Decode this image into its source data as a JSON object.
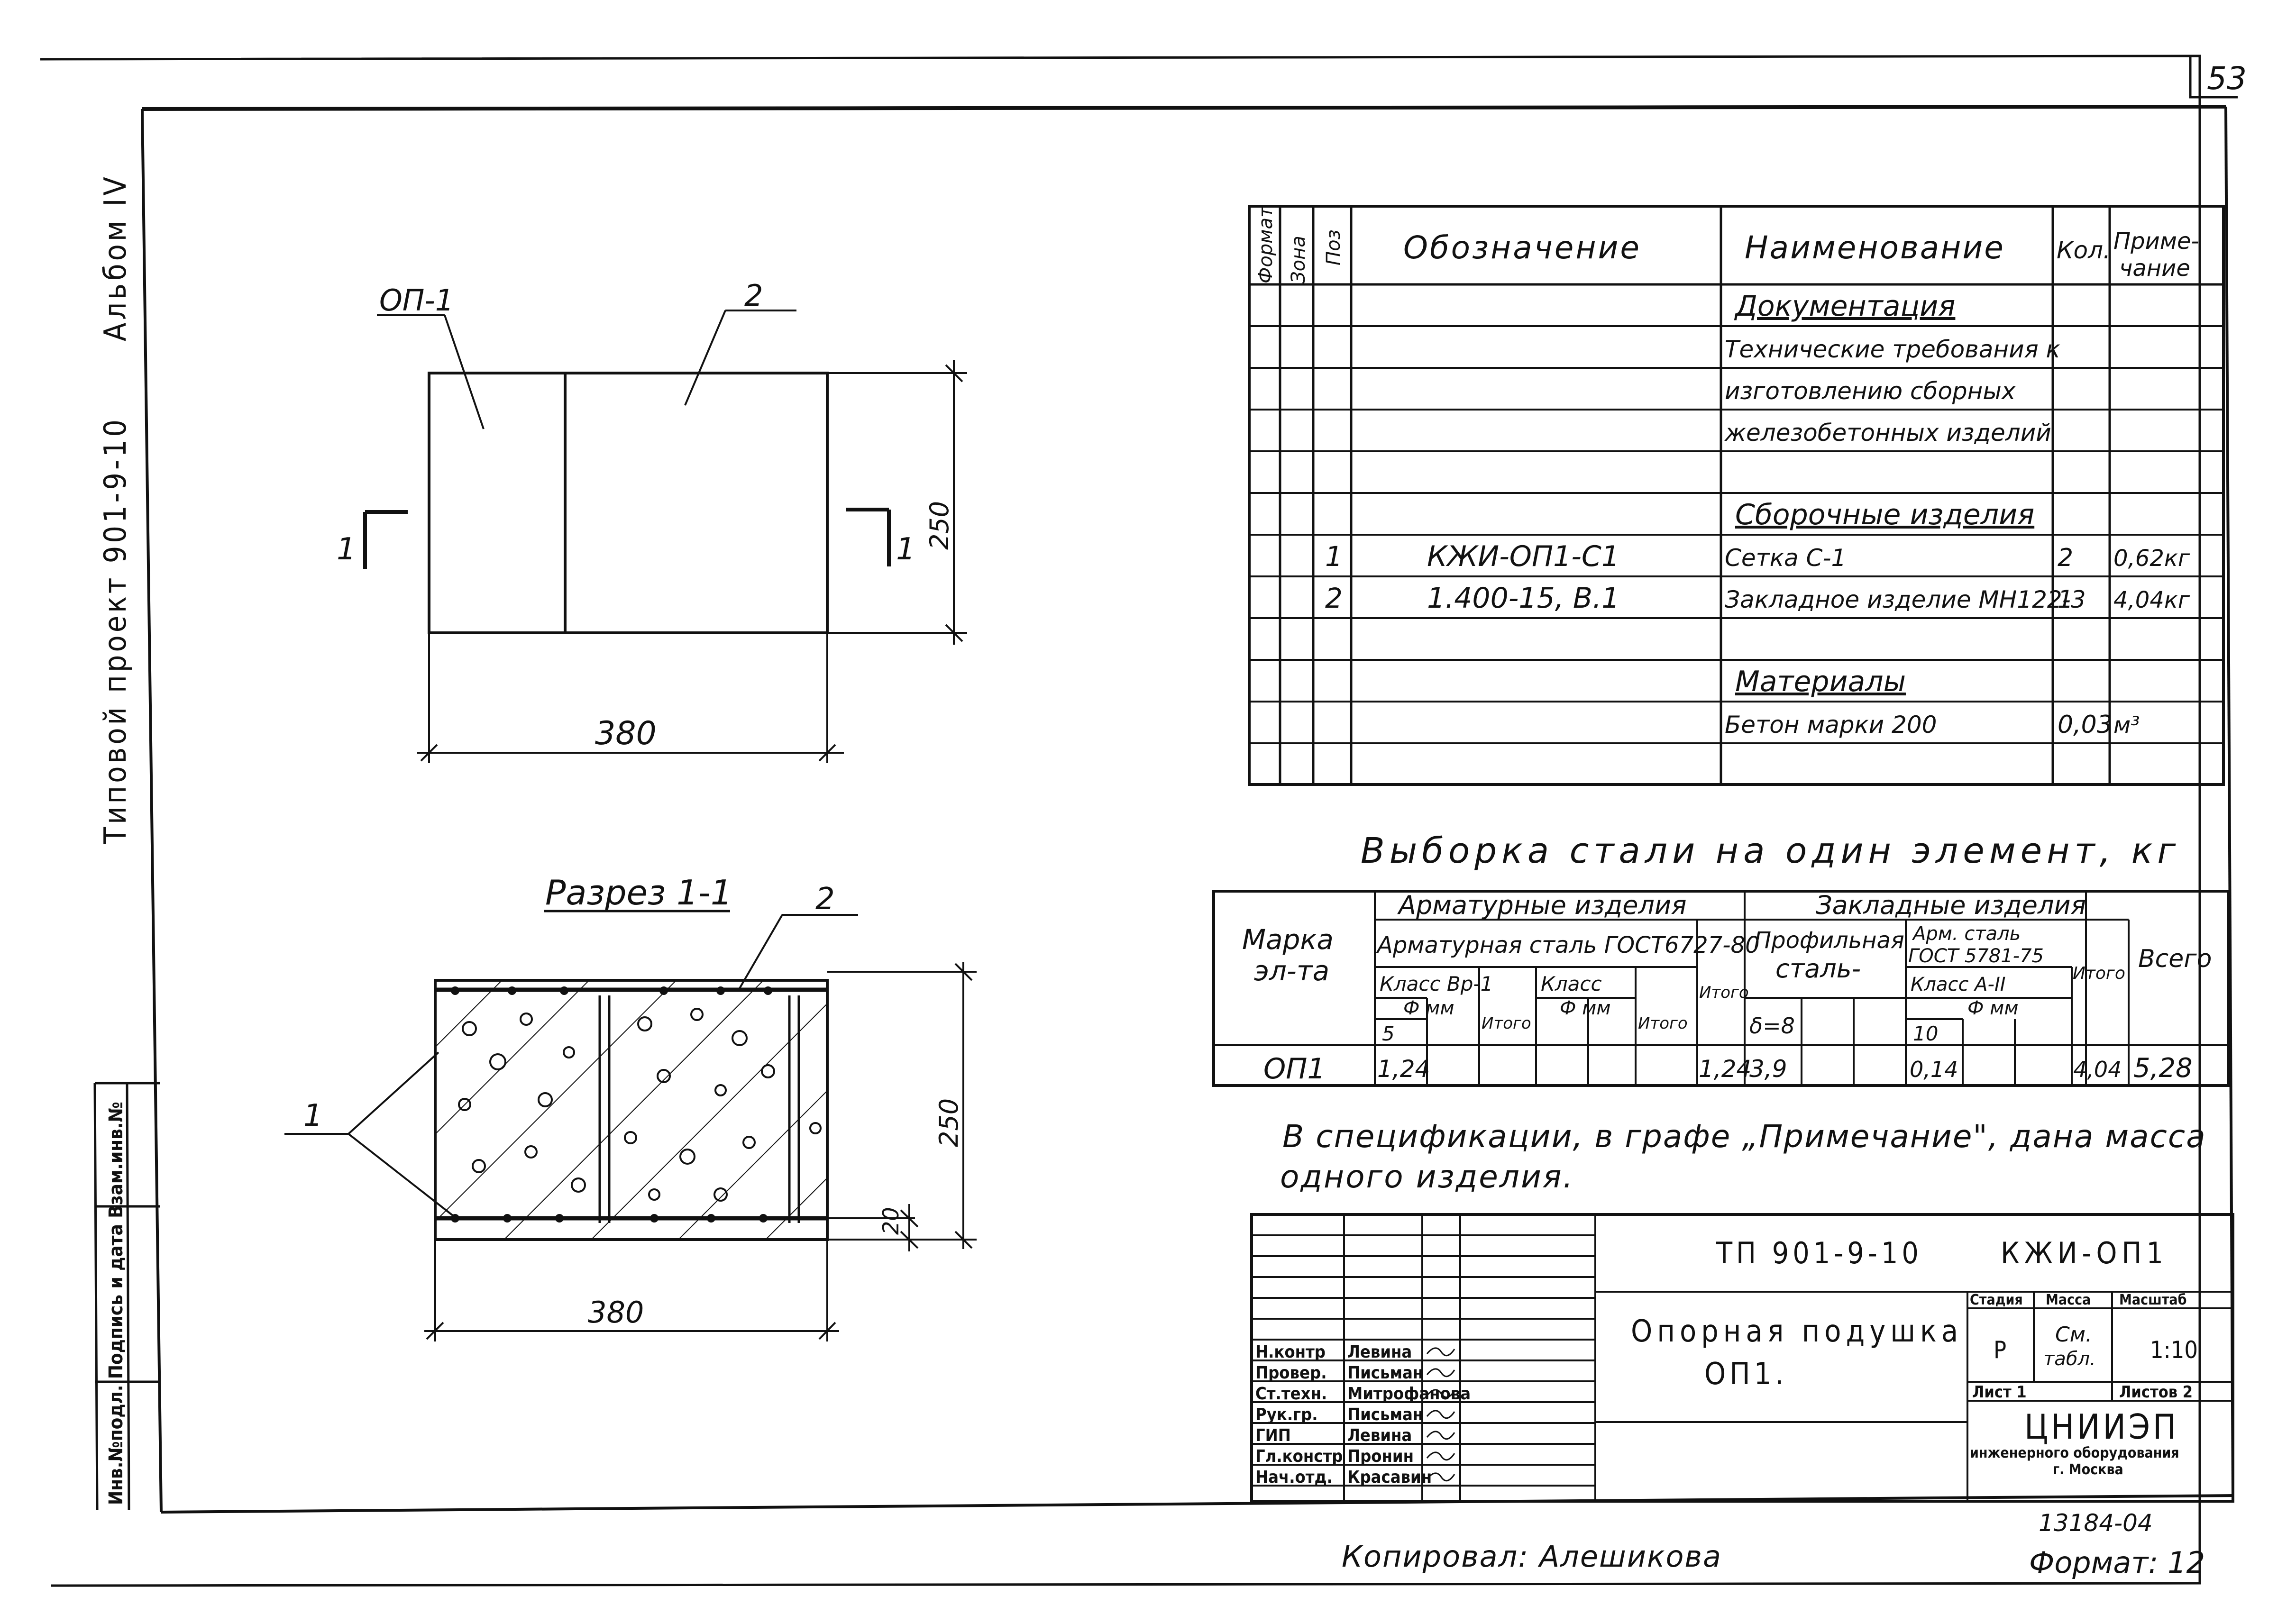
{
  "sheet_number": "53",
  "side": {
    "album": "Альбом IV",
    "project": "Типовой проект 901-9-10",
    "stamp": "Инв.№подл. Подпись и дата Взам.инв.№"
  },
  "plan": {
    "label_op": "ОП-1",
    "label_2": "2",
    "cut_left": "1",
    "cut_right": "1",
    "dim_h": "250",
    "dim_w": "380"
  },
  "section": {
    "title": "Разрез 1-1",
    "label_1": "1",
    "label_2": "2",
    "dim_h": "250",
    "dim_cover": "20",
    "dim_w": "380"
  },
  "spec": {
    "head": {
      "format": "Формат",
      "zone": "Зона",
      "pos": "Поз",
      "designation": "Обозначение",
      "name": "Наименование",
      "qty": "Кол.",
      "note_1": "Приме-",
      "note_2": "чание"
    },
    "rows": [
      {
        "pos": "",
        "des": "",
        "name": "Документация",
        "qty": "",
        "note": "",
        "head": true
      },
      {
        "pos": "",
        "des": "",
        "name": "Технические требования к",
        "qty": "",
        "note": ""
      },
      {
        "pos": "",
        "des": "",
        "name": "изготовлению сборных",
        "qty": "",
        "note": ""
      },
      {
        "pos": "",
        "des": "",
        "name": "железобетонных изделий",
        "qty": "",
        "note": ""
      },
      {
        "pos": "",
        "des": "",
        "name": "",
        "qty": "",
        "note": ""
      },
      {
        "pos": "",
        "des": "",
        "name": "Сборочные изделия",
        "qty": "",
        "note": "",
        "head": true
      },
      {
        "pos": "1",
        "des": "КЖИ-ОП1-С1",
        "name": "Сетка С-1",
        "qty": "2",
        "note": "0,62кг"
      },
      {
        "pos": "2",
        "des": "1.400-15, В.1",
        "name": "Закладное изделие МН122-3",
        "qty": "1",
        "note": "4,04кг"
      },
      {
        "pos": "",
        "des": "",
        "name": "",
        "qty": "",
        "note": ""
      },
      {
        "pos": "",
        "des": "",
        "name": "Материалы",
        "qty": "",
        "note": "",
        "head": true
      },
      {
        "pos": "",
        "des": "",
        "name": "Бетон марки 200",
        "qty": "0,03",
        "note": "м³"
      },
      {
        "pos": "",
        "des": "",
        "name": "",
        "qty": "",
        "note": ""
      }
    ]
  },
  "steel": {
    "title": "Выборка стали на один элемент, кг",
    "mark_1": "Марка",
    "mark_2": "эл-та",
    "arm": "Арматурные изделия",
    "zakl": "Закладные изделия",
    "arm_steel": "Арматурная сталь ГОСТ6727-80",
    "class_bp": "Класс Вр-1",
    "class": "Класс",
    "itogo": "Итого",
    "phi_mm": "Ф мм",
    "d5": "5",
    "prof_1": "Профильная",
    "prof_2": "сталь-",
    "delta": "δ=8",
    "arm_st_1": "Арм. сталь",
    "arm_st_2": "ГОСТ 5781-75",
    "class_a2": "Класс А-II",
    "d10": "10",
    "vsego": "Всего",
    "row": {
      "mark": "ОП1",
      "v5": "1,24",
      "itogo_arm": "1,24",
      "delta8": "3,9",
      "v10": "0,14",
      "itogo_z": "4,04",
      "total": "5,28"
    }
  },
  "note_1": "В спецификации, в графе „Примечание\", дана масса",
  "note_2": "одного изделия.",
  "title_block": {
    "code": "ТП 901-9-10",
    "mark": "КЖИ-ОП1",
    "name_1": "Опорная подушка",
    "name_2": "ОП1.",
    "h_stage": "Стадия",
    "h_mass": "Масса",
    "h_scale": "Масштаб",
    "stage": "Р",
    "mass_1": "См.",
    "mass_2": "табл.",
    "scale": "1:10",
    "sheet": "Лист 1",
    "sheets": "Листов 2",
    "org_1": "ЦНИИЭП",
    "org_2": "инженерного оборудования",
    "org_3": "г. Москва",
    "people": [
      {
        "role": "Н.контр",
        "name": "Левина"
      },
      {
        "role": "Провер.",
        "name": "Письман"
      },
      {
        "role": "Ст.техн.",
        "name": "Митрофанова"
      },
      {
        "role": "Рук.гр.",
        "name": "Письман"
      },
      {
        "role": "ГИП",
        "name": "Левина"
      },
      {
        "role": "Гл.констр",
        "name": "Пронин"
      },
      {
        "role": "Нач.отд.",
        "name": "Красавин"
      }
    ]
  },
  "order_no": "13184-04",
  "copied": "Копировал: Алешикова",
  "format": "Формат: 12"
}
